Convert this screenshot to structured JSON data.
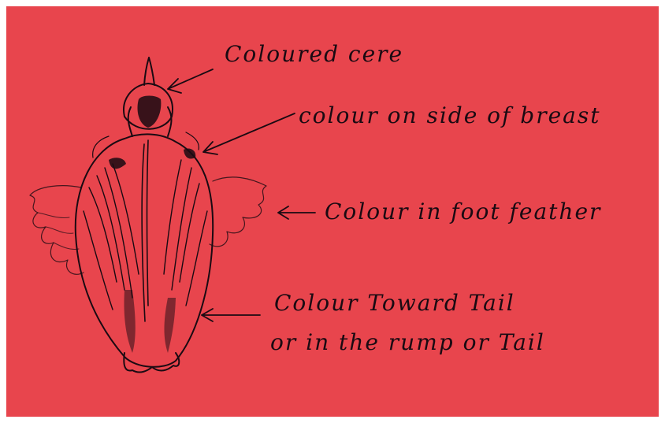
{
  "image": {
    "background_color": "#e8454d",
    "ink_color": "#1a0a12",
    "subject": "pigeon-sketch"
  },
  "annotations": {
    "cere": "Coloured cere",
    "breast": "colour on side of breast",
    "foot": "Colour in foot feather",
    "tail_line1": "Colour Toward Tail",
    "tail_line2": "or in the rump or Tail"
  }
}
